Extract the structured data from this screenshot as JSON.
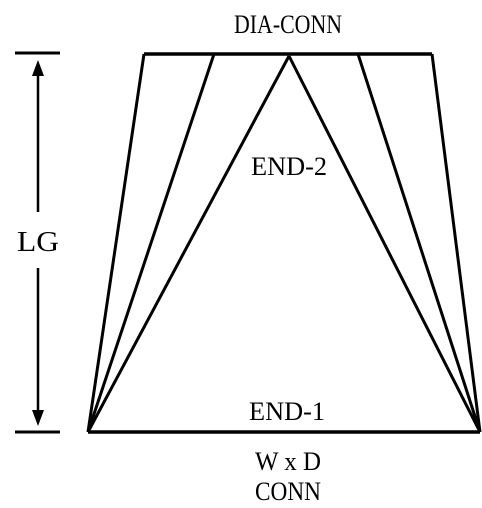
{
  "diagram": {
    "top_label": "DIA-CONN",
    "inner_upper_label": "END-2",
    "inner_lower_label": "END-1",
    "bottom_label_line1": "W x D",
    "bottom_label_line2": "CONN",
    "dimension_label": "LG",
    "colors": {
      "line": "#000000",
      "background": "#ffffff"
    }
  }
}
